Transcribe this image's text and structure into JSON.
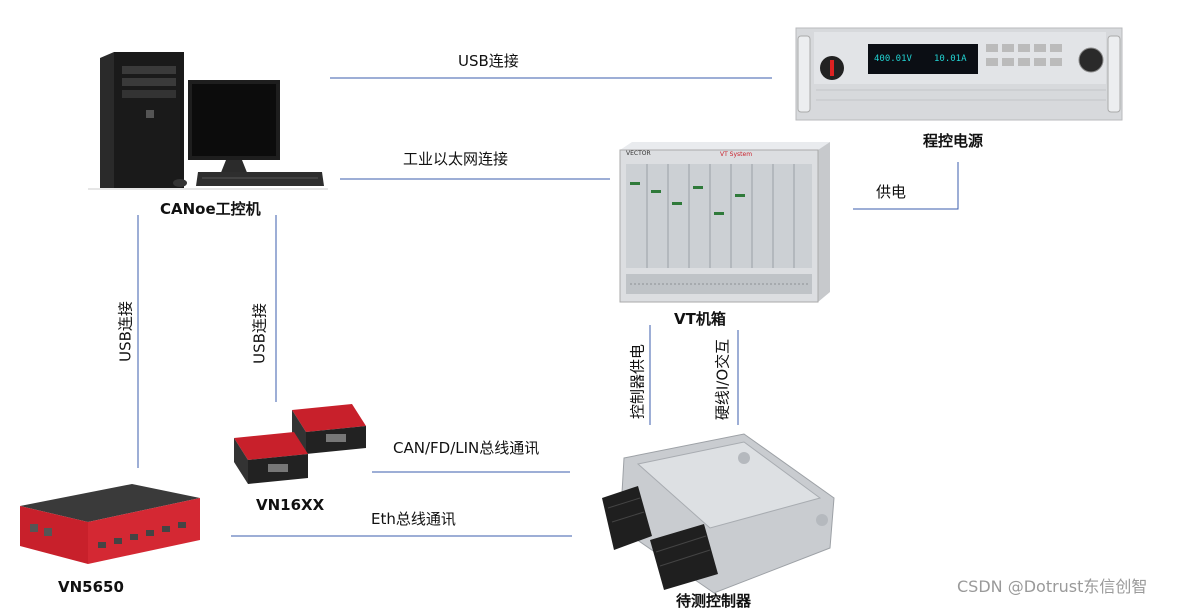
{
  "devices": {
    "pc": "CANoe工控机",
    "power_supply": "程控电源",
    "vt_chassis": "VT机箱",
    "vn16xx": "VN16XX",
    "vn5650": "VN5650",
    "ecu": "待测控制器"
  },
  "links": {
    "usb_top": "USB连接",
    "ethernet": "工业以太网连接",
    "power_feed": "供电",
    "usb_left": "USB连接",
    "usb_mid": "USB连接",
    "ecu_power": "控制器供电",
    "hardwire_io": "硬线I/O交互",
    "can_bus": "CAN/FD/LIN总线通讯",
    "eth_bus": "Eth总线通讯"
  },
  "screen_text": {
    "psu_voltage": "400.01V",
    "psu_current": "10.01A",
    "brand": "VECTOR",
    "vt_system": "VT System"
  },
  "watermark": "CSDN @Dotrust东信创智",
  "colors": {
    "line": "#3b5cae",
    "vn_red": "#c8202b",
    "psu_display": "#22d2d2"
  }
}
